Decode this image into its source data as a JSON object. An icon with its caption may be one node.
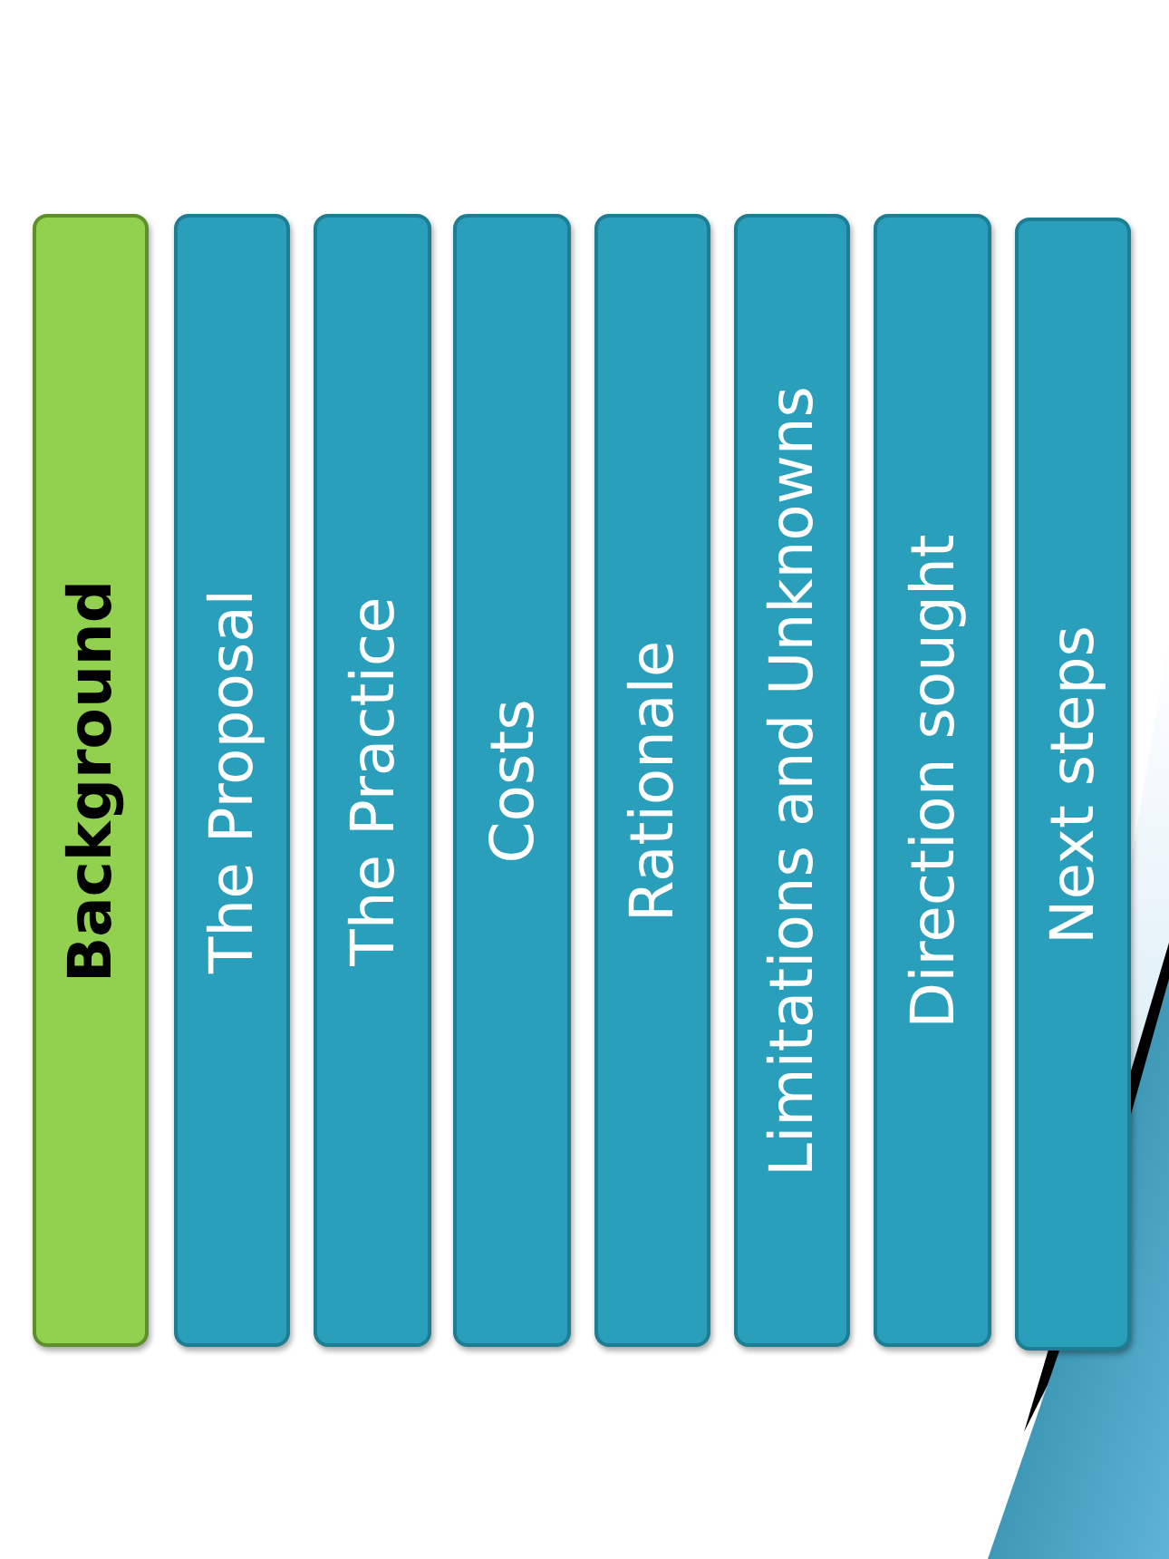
{
  "diagram": {
    "nodes": [
      {
        "text": [
          "Background"
        ]
      },
      {
        "text": [
          "The Proposal"
        ]
      },
      {
        "text": [
          "The Practice"
        ]
      },
      {
        "text": [
          "Costs"
        ]
      },
      {
        "text": [
          "Rationale"
        ]
      },
      {
        "text": [
          "Limitations and Unknowns"
        ]
      },
      {
        "text": [
          "Direction sought"
        ]
      },
      {
        "text": [
          "Next steps"
        ]
      }
    ]
  }
}
